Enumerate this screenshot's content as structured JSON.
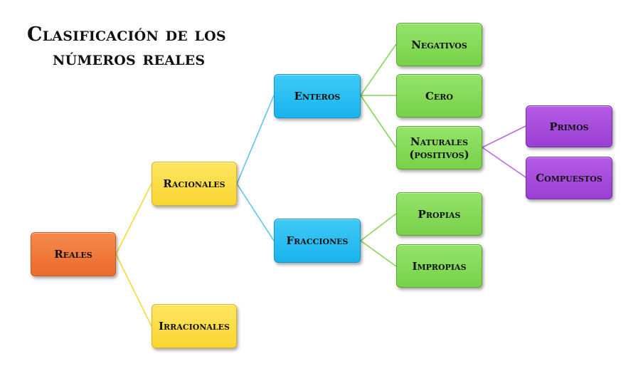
{
  "title": {
    "line1": "Clasificación de los",
    "line2": "números reales"
  },
  "nodes": {
    "reales": "Reales",
    "racionales": "Racionales",
    "irracionales": "Irracionales",
    "enteros": "Enteros",
    "fracciones": "Fracciones",
    "negativos": "Negativos",
    "cero": "Cero",
    "naturales_1": "Naturales",
    "naturales_2": "(positivos)",
    "propias": "Propias",
    "impropias": "Impropias",
    "primos": "Primos",
    "compuestos": "Compuestos"
  },
  "colors": {
    "orange": "#ef7436",
    "yellow": "#fbdc3e",
    "blue": "#22bdf1",
    "green": "#80d853",
    "purple": "#a64adb",
    "connector_yellow": "#f7d93a",
    "connector_blue": "#5cc6ee",
    "connector_green": "#8ad45c",
    "connector_purple": "#b869e6"
  }
}
